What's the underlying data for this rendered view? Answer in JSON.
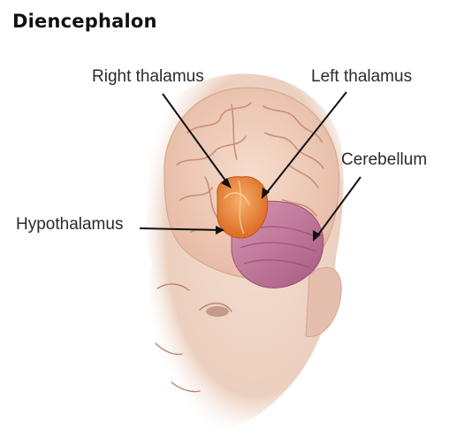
{
  "title": "Diencephalon",
  "labels": {
    "right_thalamus": "Right thalamus",
    "left_thalamus": "Left thalamus",
    "cerebellum": "Cerebellum",
    "hypothalamus": "Hypothalamus"
  },
  "colors": {
    "skin": "#efd6c6",
    "brain": "#f1d2c2",
    "sulci": "#c98f7a",
    "thalamus": "#ef8a3c",
    "cerebellum": "#c77b9b",
    "leader_line": "#111111"
  }
}
